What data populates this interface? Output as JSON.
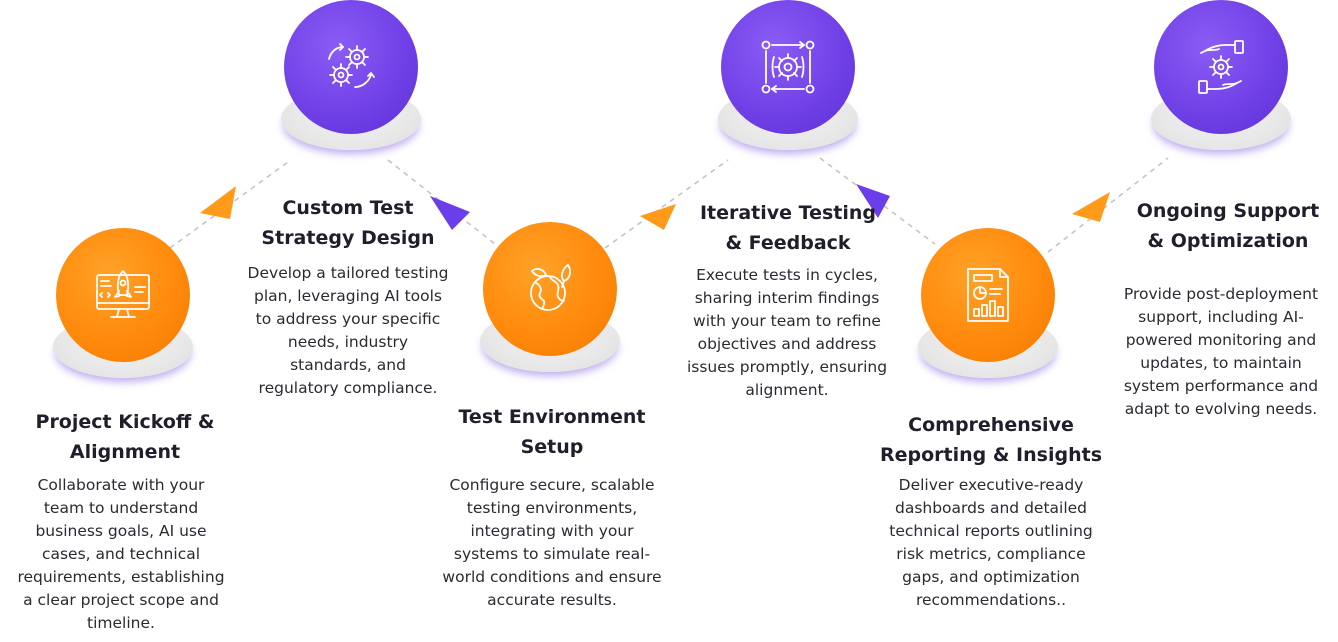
{
  "colors": {
    "orange": "#ff8a0c",
    "purple": "#6f3fe6",
    "arrow_orange": "#ff9a1a",
    "arrow_purple": "#6a3ee8",
    "connector": "#c4c4c4"
  },
  "steps": [
    {
      "icon": "rocket-monitor-icon",
      "title": [
        "Project Kickoff &",
        "Alignment"
      ],
      "description": [
        "Collaborate with your",
        "team to understand",
        "business goals, AI use",
        "cases, and technical",
        "requirements, establishing",
        "a clear project scope and",
        "timeline."
      ]
    },
    {
      "icon": "gears-icon",
      "title": [
        "Custom Test",
        "Strategy Design"
      ],
      "description": [
        "Develop a tailored testing",
        "plan, leveraging AI tools",
        "to address your specific",
        "needs, industry",
        "standards, and",
        "regulatory compliance."
      ]
    },
    {
      "icon": "globe-leaf-icon",
      "title": [
        "Test Environment",
        "Setup"
      ],
      "description": [
        "Configure secure, scalable",
        "testing environments,",
        "integrating with your",
        "systems to simulate real-",
        "world conditions and ensure",
        "accurate results."
      ]
    },
    {
      "icon": "iterative-cycle-icon",
      "title": [
        "Iterative Testing",
        "& Feedback"
      ],
      "description": [
        "Execute tests in cycles,",
        "sharing interim findings",
        "with your team to refine",
        "objectives and address",
        "issues promptly, ensuring",
        "alignment."
      ]
    },
    {
      "icon": "report-chart-icon",
      "title": [
        "Comprehensive",
        "Reporting & Insights"
      ],
      "description": [
        "Deliver executive-ready",
        "dashboards and detailed",
        "technical reports outlining",
        "risk metrics, compliance",
        "gaps, and optimization",
        "recommendations.."
      ]
    },
    {
      "icon": "support-hands-gear-icon",
      "title": [
        "Ongoing Support",
        "& Optimization"
      ],
      "description": [
        "Provide post-deployment",
        "support, including AI-",
        "powered monitoring and",
        "updates, to maintain",
        "system performance and",
        "adapt to evolving needs."
      ]
    }
  ]
}
